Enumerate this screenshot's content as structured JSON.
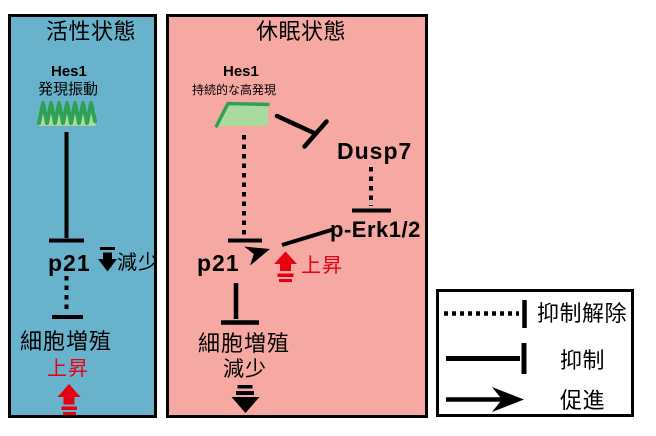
{
  "colors": {
    "active_panel_bg": "#68b2cb",
    "dormant_panel_bg": "#f6a9a2",
    "expression_green": "#2fa156",
    "expression_green_light": "#a9db9e",
    "highlight_red": "#e60012",
    "line_black": "#000000"
  },
  "active_panel": {
    "title": "活性状態",
    "hes1_label": "Hes1",
    "hes1_sublabel": "発現振動",
    "p21_label": "p21",
    "p21_change": "減少",
    "proliferation_label": "細胞増殖",
    "proliferation_change": "上昇"
  },
  "dormant_panel": {
    "title": "休眠状態",
    "hes1_label": "Hes1",
    "hes1_sublabel": "持続的な高発現",
    "dusp7_label": "Dusp7",
    "perk_label": "p-Erk1/2",
    "p21_label": "p21",
    "p21_change": "上昇",
    "proliferation_label": "細胞増殖",
    "proliferation_change": "減少"
  },
  "legend": {
    "items": [
      {
        "symbol": "dotted-inhibition",
        "label": "抑制解除"
      },
      {
        "symbol": "solid-inhibition",
        "label": "抑制"
      },
      {
        "symbol": "arrow-promotion",
        "label": "促進"
      }
    ]
  }
}
